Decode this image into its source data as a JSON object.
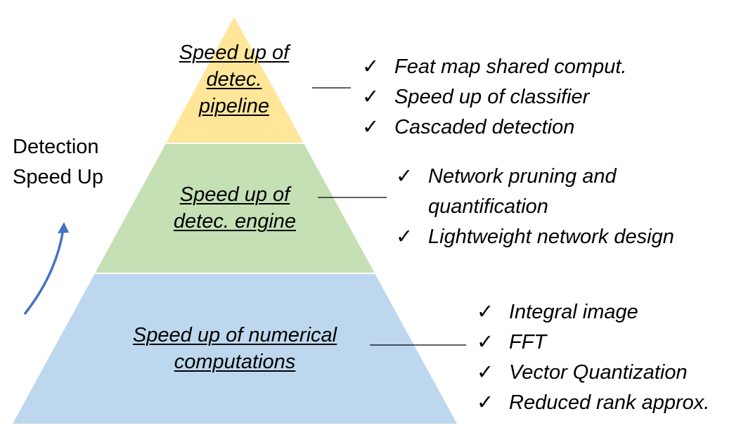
{
  "side_label": {
    "line1": "Detection",
    "line2": "Speed Up"
  },
  "tiers": [
    {
      "label_lines": [
        "Speed up of",
        "detec.",
        "pipeline"
      ],
      "fill": "#FFE699",
      "items": [
        "Feat map shared comput.",
        "Speed up of classifier",
        "Cascaded detection"
      ]
    },
    {
      "label_lines": [
        "Speed up of",
        "detec. engine"
      ],
      "fill": "#C5E0B4",
      "items": [
        "Network pruning and",
        "quantification",
        "Lightweight network design"
      ],
      "item_checks": [
        true,
        false,
        true
      ]
    },
    {
      "label_lines": [
        "Speed up of numerical",
        "computations"
      ],
      "fill": "#BDD7EE",
      "items": [
        "Integral image",
        "FFT",
        "Vector Quantization",
        "Reduced rank approx."
      ]
    }
  ],
  "check_icon": "checkmark-icon",
  "arrow_color": "#4472C4",
  "connector_color": "#000000"
}
